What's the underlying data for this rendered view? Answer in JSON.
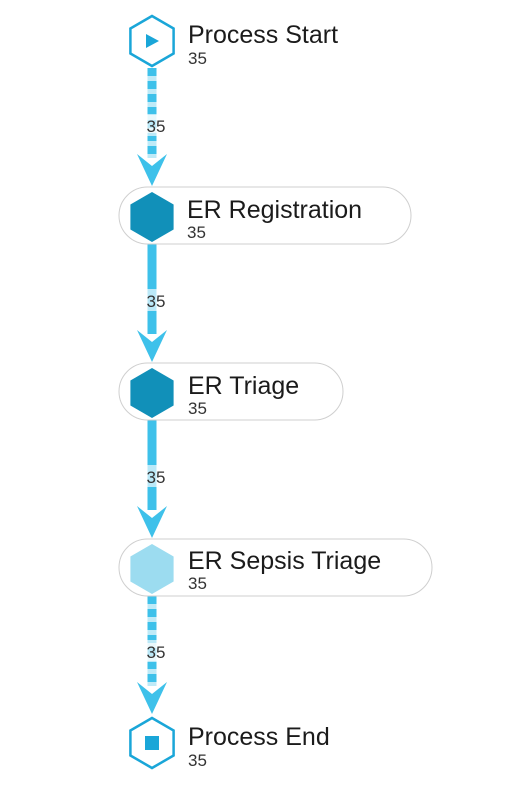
{
  "colors": {
    "edge": "#3ec1ea",
    "edge_light": "#bfeaf7",
    "terminal_stroke": "#1aa6d8",
    "terminal_glyph": "#1aa6d8",
    "activity_dark": "#1190b9",
    "activity_light": "#9cdcf0",
    "pill_border": "#cfcfcf"
  },
  "nodes": [
    {
      "id": "process-start",
      "kind": "start",
      "icon": "play-icon",
      "title": "Process Start",
      "count": "35"
    },
    {
      "id": "er-registration",
      "kind": "activity",
      "shade": "dark",
      "title": "ER Registration",
      "count": "35"
    },
    {
      "id": "er-triage",
      "kind": "activity",
      "shade": "dark",
      "title": "ER Triage",
      "count": "35"
    },
    {
      "id": "er-sepsis-triage",
      "kind": "activity",
      "shade": "light",
      "title": "ER Sepsis Triage",
      "count": "35"
    },
    {
      "id": "process-end",
      "kind": "end",
      "icon": "stop-icon",
      "title": "Process End",
      "count": "35"
    }
  ],
  "edges": [
    {
      "from": "process-start",
      "to": "er-registration",
      "label": "35",
      "style": "dashed"
    },
    {
      "from": "er-registration",
      "to": "er-triage",
      "label": "35",
      "style": "solid"
    },
    {
      "from": "er-triage",
      "to": "er-sepsis-triage",
      "label": "35",
      "style": "solid"
    },
    {
      "from": "er-sepsis-triage",
      "to": "process-end",
      "label": "35",
      "style": "dashed"
    }
  ]
}
